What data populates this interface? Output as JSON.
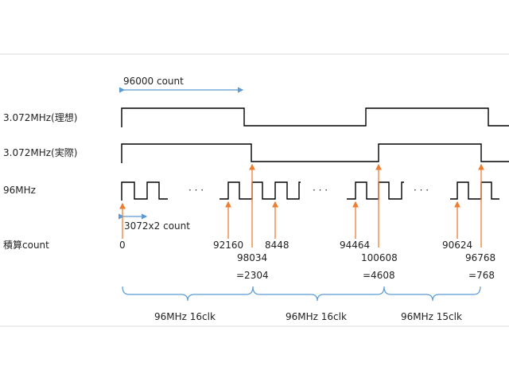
{
  "top_annotation": "96000 count",
  "signals": {
    "ideal": "3.072MHz(理想)",
    "actual": "3.072MHz(実際)",
    "fast": "96MHz",
    "count": "積算count"
  },
  "period_annotation": "3072x2 count",
  "ellipsis": "· · ·",
  "values": {
    "v0": "0",
    "v92160": "92160",
    "v98034": "98034",
    "v2304": "=2304",
    "v8448": "8448",
    "v94464": "94464",
    "v100608": "100608",
    "v4608": "=4608",
    "v90624": "90624",
    "v96768": "96768",
    "v768": "=768"
  },
  "braces": {
    "b1": "96MHz 16clk",
    "b2": "96MHz 16clk",
    "b3": "96MHz 15clk"
  },
  "colors": {
    "arrow_orange": "#ed7d31",
    "annotation_blue": "#5b9bd5",
    "waveform": "#000000",
    "rule": "#d9d9d9"
  }
}
